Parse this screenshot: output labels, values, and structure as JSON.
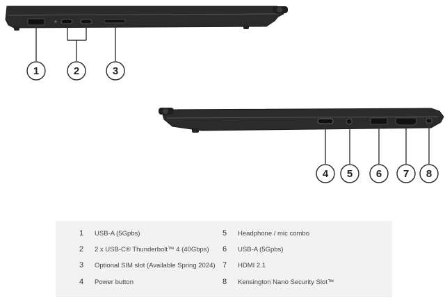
{
  "callouts": [
    "1",
    "2",
    "3",
    "4",
    "5",
    "6",
    "7",
    "8"
  ],
  "legend": [
    {
      "number": "1",
      "label": "USB-A (5Gpbs)"
    },
    {
      "number": "2",
      "label": "2 x USB-C® Thunderbolt™ 4 (40Gbps)"
    },
    {
      "number": "3",
      "label": "Optional SIM slot (Available Spring 2024)"
    },
    {
      "number": "4",
      "label": "Power button"
    },
    {
      "number": "5",
      "label": "Headphone / mic combo"
    },
    {
      "number": "6",
      "label": "USB-A (5Gpbs)"
    },
    {
      "number": "7",
      "label": "HDMI 2.1"
    },
    {
      "number": "8",
      "label": "Kensington Nano Security Slot™"
    }
  ],
  "colors": {
    "chassis": "#2b2b2b",
    "chassis_edge": "#1a1a1a",
    "legend_bg": "#f2f2f2",
    "callout_stroke": "#333333"
  }
}
